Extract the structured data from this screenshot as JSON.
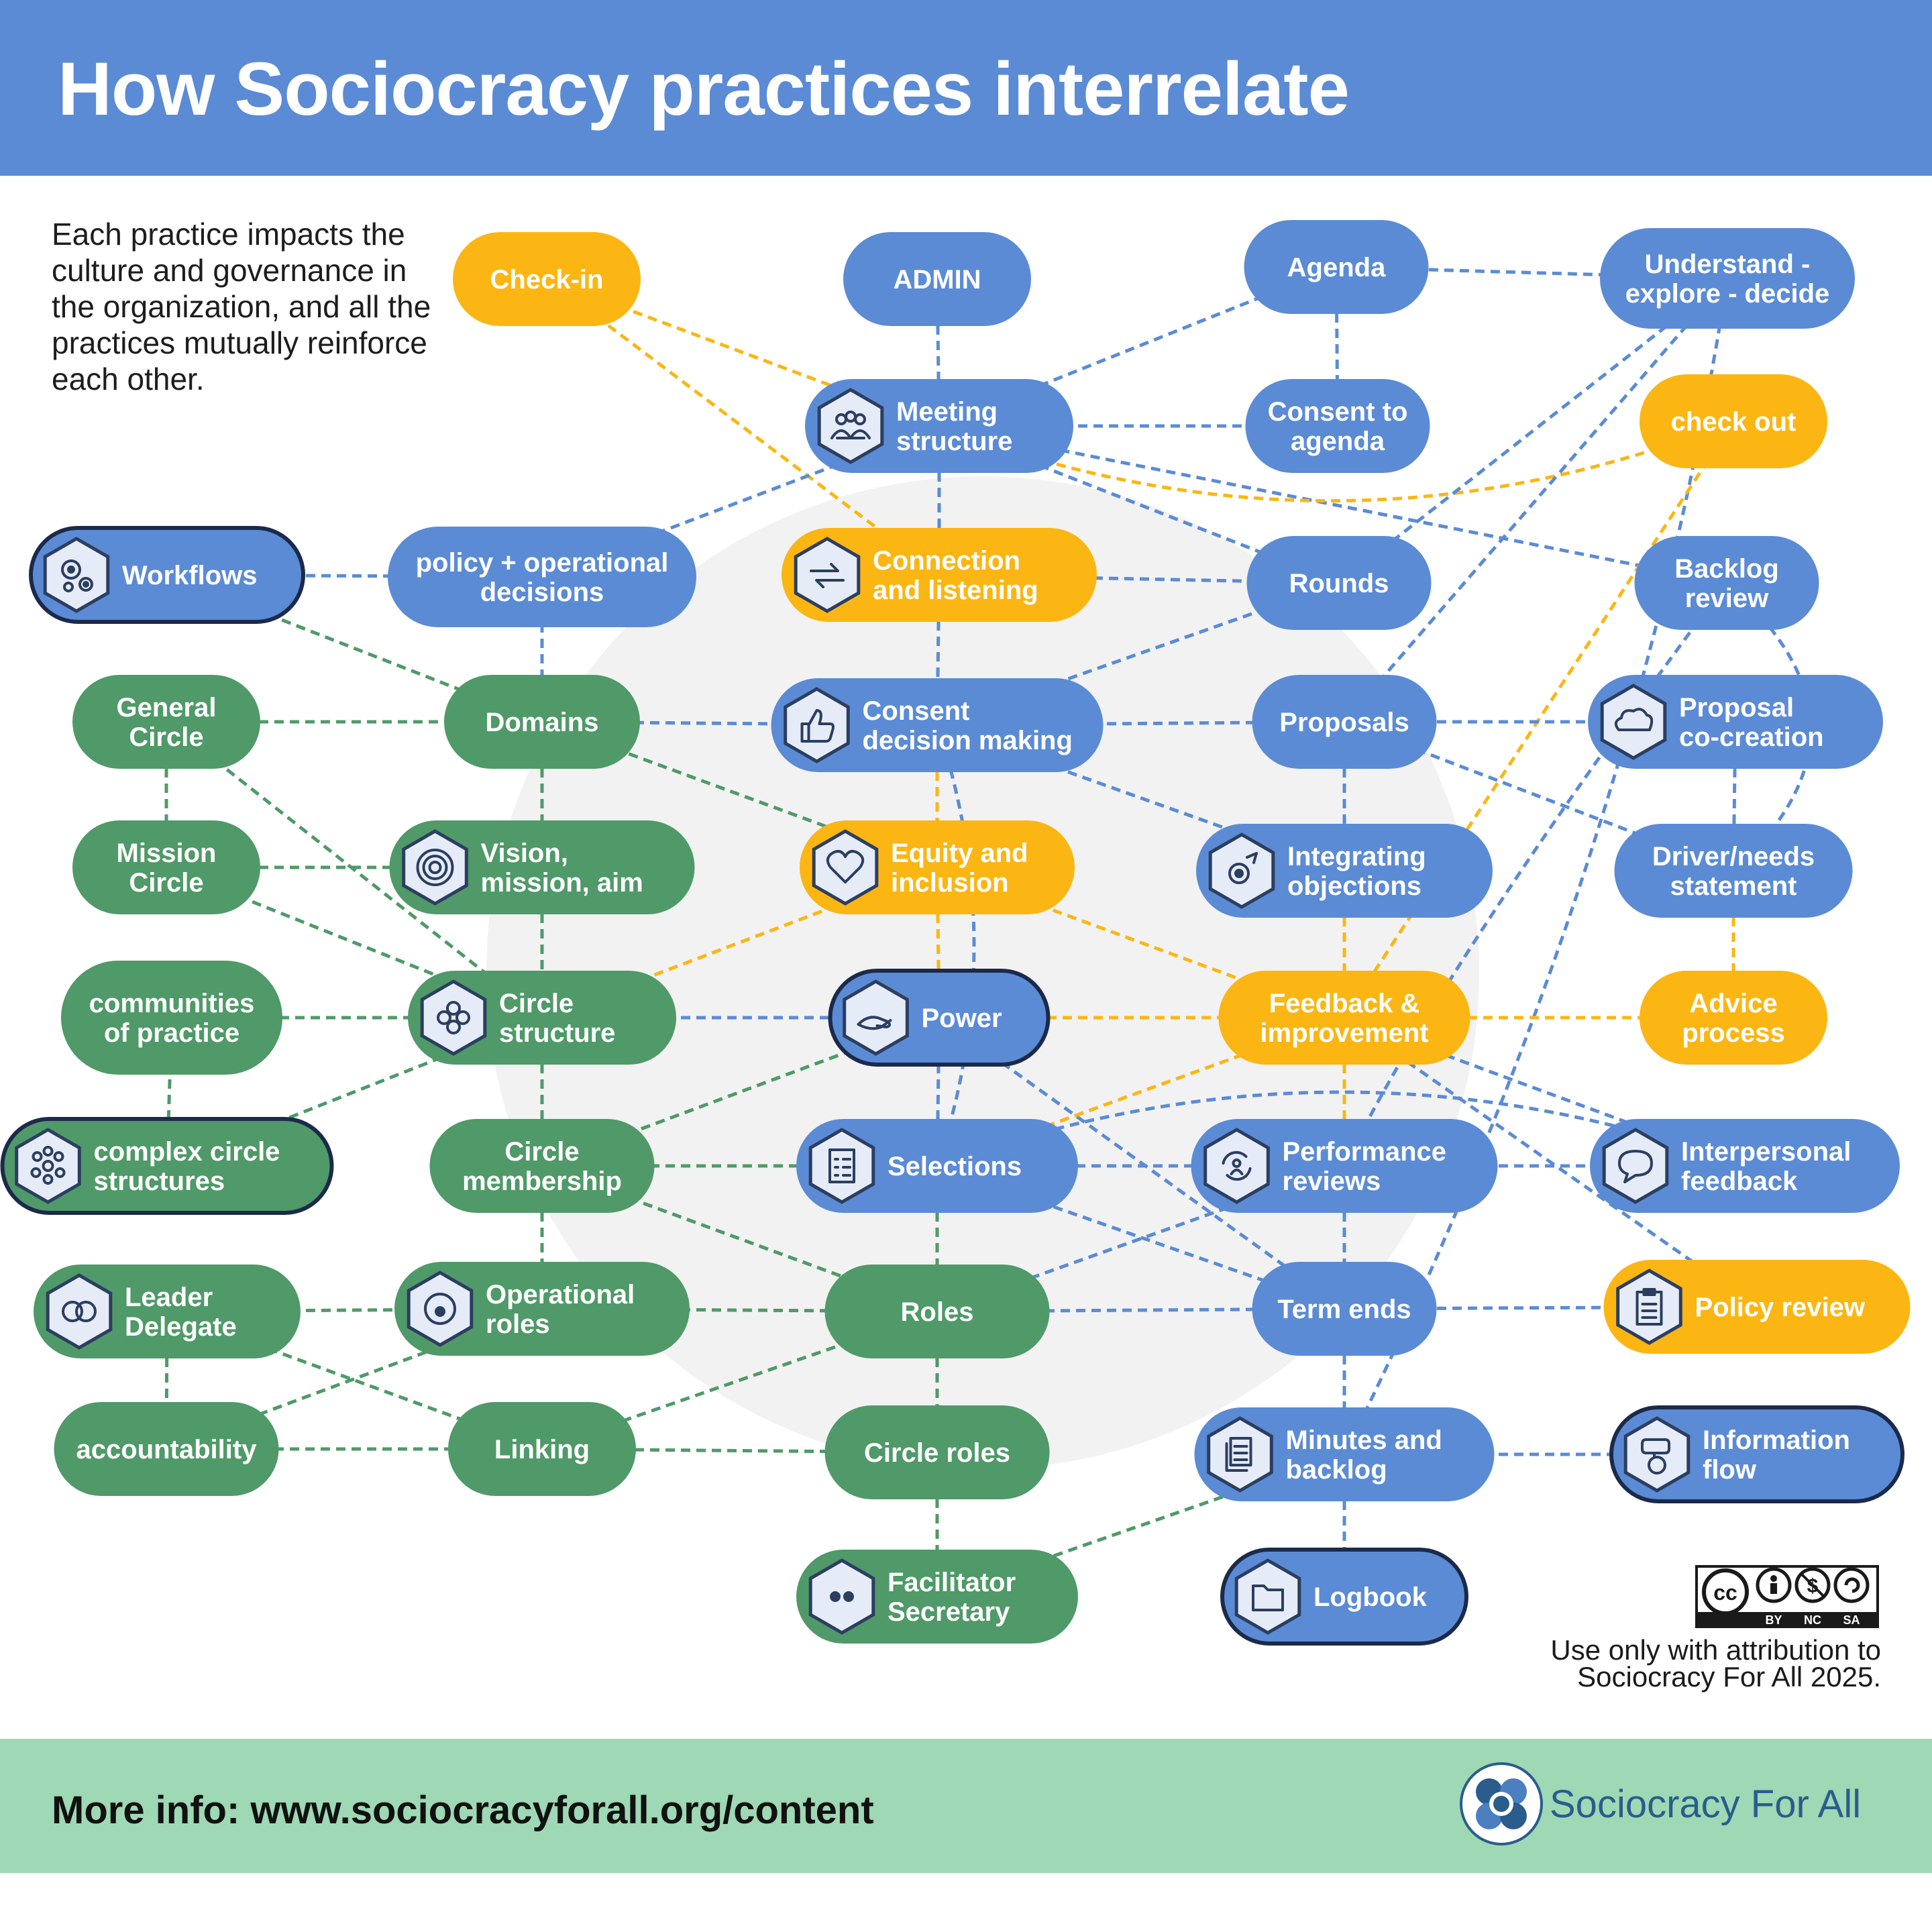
{
  "title": "How Sociocracy practices interrelate",
  "intro": "Each practice impacts the culture and governance in the organization, and all the practices mutually reinforce each other.",
  "colors": {
    "blue": "#5b8bd5",
    "green": "#4f9a68",
    "yellow": "#fbb614",
    "header": "#5b8bd5",
    "footer": "#9ed8b4",
    "dark_outline": "#1c2a4a",
    "icon_fill": "#e5ecf8",
    "icon_stroke": "#2c3e60"
  },
  "nodes": [
    {
      "id": "checkin",
      "lines": [
        "Check-in"
      ],
      "color": "yellow",
      "icon": "",
      "outline": false
    },
    {
      "id": "admin",
      "lines": [
        "ADMIN"
      ],
      "color": "blue",
      "icon": "",
      "outline": false
    },
    {
      "id": "meeting",
      "lines": [
        "Meeting",
        "structure"
      ],
      "color": "blue",
      "icon": "people-icon",
      "outline": false
    },
    {
      "id": "agenda",
      "lines": [
        "Agenda"
      ],
      "color": "blue",
      "icon": "",
      "outline": false
    },
    {
      "id": "consentagenda",
      "lines": [
        "Consent to",
        "agenda"
      ],
      "color": "blue",
      "icon": "",
      "outline": false
    },
    {
      "id": "understand",
      "lines": [
        "Understand -",
        "explore - decide"
      ],
      "color": "blue",
      "icon": "",
      "outline": false
    },
    {
      "id": "checkout",
      "lines": [
        "check out"
      ],
      "color": "yellow",
      "icon": "",
      "outline": false
    },
    {
      "id": "workflows",
      "lines": [
        "Workflows"
      ],
      "color": "blue",
      "icon": "gears-icon",
      "outline": true
    },
    {
      "id": "policy",
      "lines": [
        "policy + operational",
        "decisions"
      ],
      "color": "blue",
      "icon": "",
      "outline": false
    },
    {
      "id": "connection",
      "lines": [
        "Connection",
        "and listening"
      ],
      "color": "yellow",
      "icon": "exchange-arrows-icon",
      "outline": false
    },
    {
      "id": "rounds",
      "lines": [
        "Rounds"
      ],
      "color": "blue",
      "icon": "",
      "outline": false
    },
    {
      "id": "backlog",
      "lines": [
        "Backlog",
        "review"
      ],
      "color": "blue",
      "icon": "",
      "outline": false
    },
    {
      "id": "general",
      "lines": [
        "General",
        "Circle"
      ],
      "color": "green",
      "icon": "",
      "outline": false
    },
    {
      "id": "domains",
      "lines": [
        "Domains"
      ],
      "color": "green",
      "icon": "",
      "outline": false
    },
    {
      "id": "consent",
      "lines": [
        "Consent",
        "decision making"
      ],
      "color": "blue",
      "icon": "thumbs-up-icon",
      "outline": false
    },
    {
      "id": "proposals",
      "lines": [
        "Proposals"
      ],
      "color": "blue",
      "icon": "",
      "outline": false
    },
    {
      "id": "cocreation",
      "lines": [
        "Proposal",
        "co-creation"
      ],
      "color": "blue",
      "icon": "cloud-icon",
      "outline": false
    },
    {
      "id": "mission",
      "lines": [
        "Mission",
        "Circle"
      ],
      "color": "green",
      "icon": "",
      "outline": false
    },
    {
      "id": "vision",
      "lines": [
        "Vision,",
        "mission, aim"
      ],
      "color": "green",
      "icon": "target-icon",
      "outline": false
    },
    {
      "id": "equity",
      "lines": [
        "Equity and",
        "inclusion"
      ],
      "color": "yellow",
      "icon": "heart-icon",
      "outline": false
    },
    {
      "id": "integrating",
      "lines": [
        "Integrating",
        "objections"
      ],
      "color": "blue",
      "icon": "gear-arrow-icon",
      "outline": false
    },
    {
      "id": "driver",
      "lines": [
        "Driver/needs",
        "statement"
      ],
      "color": "blue",
      "icon": "",
      "outline": false
    },
    {
      "id": "communities",
      "lines": [
        "communities",
        "of practice"
      ],
      "color": "green",
      "icon": "",
      "outline": false
    },
    {
      "id": "circlestructure",
      "lines": [
        "Circle",
        "structure"
      ],
      "color": "green",
      "icon": "circles-icon",
      "outline": false
    },
    {
      "id": "power",
      "lines": [
        "Power"
      ],
      "color": "blue",
      "icon": "hand-icon",
      "outline": true
    },
    {
      "id": "feedback",
      "lines": [
        "Feedback &",
        "improvement"
      ],
      "color": "yellow",
      "icon": "",
      "outline": false
    },
    {
      "id": "advice",
      "lines": [
        "Advice",
        "process"
      ],
      "color": "yellow",
      "icon": "",
      "outline": false
    },
    {
      "id": "complex",
      "lines": [
        "complex circle",
        "structures"
      ],
      "color": "green",
      "icon": "circle-network-icon",
      "outline": true
    },
    {
      "id": "membership",
      "lines": [
        "Circle",
        "membership"
      ],
      "color": "green",
      "icon": "",
      "outline": false
    },
    {
      "id": "selections",
      "lines": [
        "Selections"
      ],
      "color": "blue",
      "icon": "checklist-icon",
      "outline": false
    },
    {
      "id": "performance",
      "lines": [
        "Performance",
        "reviews"
      ],
      "color": "blue",
      "icon": "refresh-person-icon",
      "outline": false
    },
    {
      "id": "interpersonal",
      "lines": [
        "Interpersonal",
        "feedback"
      ],
      "color": "blue",
      "icon": "speech-bubble-icon",
      "outline": false
    },
    {
      "id": "leader",
      "lines": [
        "Leader",
        "Delegate"
      ],
      "color": "green",
      "icon": "linked-circles-icon",
      "outline": false
    },
    {
      "id": "operational",
      "lines": [
        "Operational",
        "roles"
      ],
      "color": "green",
      "icon": "dot-circle-icon",
      "outline": false
    },
    {
      "id": "roles",
      "lines": [
        "Roles"
      ],
      "color": "green",
      "icon": "",
      "outline": false
    },
    {
      "id": "termends",
      "lines": [
        "Term ends"
      ],
      "color": "blue",
      "icon": "",
      "outline": false
    },
    {
      "id": "policyreview",
      "lines": [
        "Policy review"
      ],
      "color": "yellow",
      "icon": "clipboard-icon",
      "outline": false
    },
    {
      "id": "accountability",
      "lines": [
        "accountability"
      ],
      "color": "green",
      "icon": "",
      "outline": false
    },
    {
      "id": "linking",
      "lines": [
        "Linking"
      ],
      "color": "green",
      "icon": "",
      "outline": false
    },
    {
      "id": "circleroles",
      "lines": [
        "Circle roles"
      ],
      "color": "green",
      "icon": "",
      "outline": false
    },
    {
      "id": "minutes",
      "lines": [
        "Minutes and",
        "backlog"
      ],
      "color": "blue",
      "icon": "documents-icon",
      "outline": false
    },
    {
      "id": "information",
      "lines": [
        "Information",
        "flow"
      ],
      "color": "blue",
      "icon": "info-flow-icon",
      "outline": true
    },
    {
      "id": "facilitator",
      "lines": [
        "Facilitator",
        "Secretary"
      ],
      "color": "green",
      "icon": "two-dots-icon",
      "outline": false
    },
    {
      "id": "logbook",
      "lines": [
        "Logbook"
      ],
      "color": "blue",
      "icon": "folder-icon",
      "outline": true
    }
  ],
  "links": [
    {
      "from": "checkin",
      "to": "meeting",
      "color": "yellow"
    },
    {
      "from": "checkin",
      "to": "connection",
      "color": "yellow"
    },
    {
      "from": "admin",
      "to": "meeting",
      "color": "blue"
    },
    {
      "from": "meeting",
      "to": "agenda",
      "color": "blue"
    },
    {
      "from": "meeting",
      "to": "consentagenda",
      "color": "blue"
    },
    {
      "from": "meeting",
      "to": "rounds",
      "color": "blue"
    },
    {
      "from": "meeting",
      "to": "backlog",
      "color": "blue"
    },
    {
      "from": "meeting",
      "to": "checkout",
      "color": "yellow",
      "curve": true
    },
    {
      "from": "meeting",
      "to": "connection",
      "color": "blue"
    },
    {
      "from": "meeting",
      "to": "policy",
      "color": "blue"
    },
    {
      "from": "agenda",
      "to": "consentagenda",
      "color": "blue"
    },
    {
      "from": "agenda",
      "to": "understand",
      "color": "blue"
    },
    {
      "from": "understand",
      "to": "rounds",
      "color": "blue"
    },
    {
      "from": "understand",
      "to": "proposals",
      "color": "blue"
    },
    {
      "from": "understand",
      "to": "minutes",
      "color": "blue",
      "curve": true
    },
    {
      "from": "checkout",
      "to": "feedback",
      "color": "yellow"
    },
    {
      "from": "workflows",
      "to": "policy",
      "color": "blue"
    },
    {
      "from": "workflows",
      "to": "domains",
      "color": "green"
    },
    {
      "from": "policy",
      "to": "domains",
      "color": "blue"
    },
    {
      "from": "connection",
      "to": "rounds",
      "color": "blue"
    },
    {
      "from": "connection",
      "to": "consent",
      "color": "blue"
    },
    {
      "from": "rounds",
      "to": "consent",
      "color": "blue"
    },
    {
      "from": "backlog",
      "to": "driver",
      "color": "blue",
      "curve": true
    },
    {
      "from": "backlog",
      "to": "performance",
      "color": "blue",
      "curve": true
    },
    {
      "from": "general",
      "to": "domains",
      "color": "green"
    },
    {
      "from": "general",
      "to": "mission",
      "color": "green"
    },
    {
      "from": "general",
      "to": "circlestructure",
      "color": "green"
    },
    {
      "from": "domains",
      "to": "consent",
      "color": "blue"
    },
    {
      "from": "domains",
      "to": "vision",
      "color": "green"
    },
    {
      "from": "domains",
      "to": "equity",
      "color": "green"
    },
    {
      "from": "consent",
      "to": "proposals",
      "color": "blue"
    },
    {
      "from": "consent",
      "to": "equity",
      "color": "yellow"
    },
    {
      "from": "consent",
      "to": "integrating",
      "color": "blue"
    },
    {
      "from": "consent",
      "to": "selections",
      "color": "blue",
      "curve": true
    },
    {
      "from": "proposals",
      "to": "cocreation",
      "color": "blue"
    },
    {
      "from": "proposals",
      "to": "driver",
      "color": "blue"
    },
    {
      "from": "proposals",
      "to": "integrating",
      "color": "blue"
    },
    {
      "from": "cocreation",
      "to": "driver",
      "color": "blue"
    },
    {
      "from": "mission",
      "to": "vision",
      "color": "green"
    },
    {
      "from": "mission",
      "to": "circlestructure",
      "color": "green"
    },
    {
      "from": "vision",
      "to": "circlestructure",
      "color": "green"
    },
    {
      "from": "equity",
      "to": "power",
      "color": "yellow"
    },
    {
      "from": "equity",
      "to": "feedback",
      "color": "yellow"
    },
    {
      "from": "equity",
      "to": "circlestructure",
      "color": "yellow"
    },
    {
      "from": "integrating",
      "to": "feedback",
      "color": "yellow"
    },
    {
      "from": "driver",
      "to": "advice",
      "color": "yellow"
    },
    {
      "from": "communities",
      "to": "circlestructure",
      "color": "green"
    },
    {
      "from": "communities",
      "to": "complex",
      "color": "green"
    },
    {
      "from": "circlestructure",
      "to": "power",
      "color": "blue"
    },
    {
      "from": "circlestructure",
      "to": "complex",
      "color": "green"
    },
    {
      "from": "circlestructure",
      "to": "membership",
      "color": "green"
    },
    {
      "from": "power",
      "to": "feedback",
      "color": "yellow"
    },
    {
      "from": "power",
      "to": "selections",
      "color": "blue"
    },
    {
      "from": "power",
      "to": "termends",
      "color": "blue"
    },
    {
      "from": "power",
      "to": "membership",
      "color": "green"
    },
    {
      "from": "feedback",
      "to": "advice",
      "color": "yellow"
    },
    {
      "from": "feedback",
      "to": "selections",
      "color": "yellow"
    },
    {
      "from": "feedback",
      "to": "performance",
      "color": "yellow"
    },
    {
      "from": "feedback",
      "to": "interpersonal",
      "color": "blue"
    },
    {
      "from": "feedback",
      "to": "policyreview",
      "color": "blue"
    },
    {
      "from": "membership",
      "to": "selections",
      "color": "green"
    },
    {
      "from": "membership",
      "to": "roles",
      "color": "green"
    },
    {
      "from": "membership",
      "to": "operational",
      "color": "green"
    },
    {
      "from": "selections",
      "to": "performance",
      "color": "blue"
    },
    {
      "from": "selections",
      "to": "termends",
      "color": "blue"
    },
    {
      "from": "selections",
      "to": "roles",
      "color": "green"
    },
    {
      "from": "selections",
      "to": "interpersonal",
      "color": "blue",
      "curve": true
    },
    {
      "from": "performance",
      "to": "interpersonal",
      "color": "blue"
    },
    {
      "from": "performance",
      "to": "termends",
      "color": "blue"
    },
    {
      "from": "performance",
      "to": "roles",
      "color": "blue"
    },
    {
      "from": "leader",
      "to": "operational",
      "color": "green"
    },
    {
      "from": "leader",
      "to": "accountability",
      "color": "green"
    },
    {
      "from": "leader",
      "to": "linking",
      "color": "green"
    },
    {
      "from": "operational",
      "to": "roles",
      "color": "green"
    },
    {
      "from": "operational",
      "to": "accountability",
      "color": "green"
    },
    {
      "from": "roles",
      "to": "termends",
      "color": "blue"
    },
    {
      "from": "roles",
      "to": "circleroles",
      "color": "green"
    },
    {
      "from": "roles",
      "to": "linking",
      "color": "green"
    },
    {
      "from": "termends",
      "to": "policyreview",
      "color": "blue"
    },
    {
      "from": "termends",
      "to": "minutes",
      "color": "blue"
    },
    {
      "from": "accountability",
      "to": "linking",
      "color": "green"
    },
    {
      "from": "linking",
      "to": "circleroles",
      "color": "green"
    },
    {
      "from": "circleroles",
      "to": "facilitator",
      "color": "green"
    },
    {
      "from": "minutes",
      "to": "information",
      "color": "blue"
    },
    {
      "from": "minutes",
      "to": "logbook",
      "color": "blue"
    },
    {
      "from": "facilitator",
      "to": "minutes",
      "color": "green"
    }
  ],
  "footer": {
    "more_info": "More info: www.sociocracyforall.org/content"
  },
  "license": {
    "cc": "cc",
    "badges": [
      "BY",
      "NC",
      "SA"
    ]
  },
  "attribution": [
    "Use only with attribution to",
    "Sociocracy For All 2025."
  ],
  "brand": {
    "name": "Sociocracy For All"
  }
}
